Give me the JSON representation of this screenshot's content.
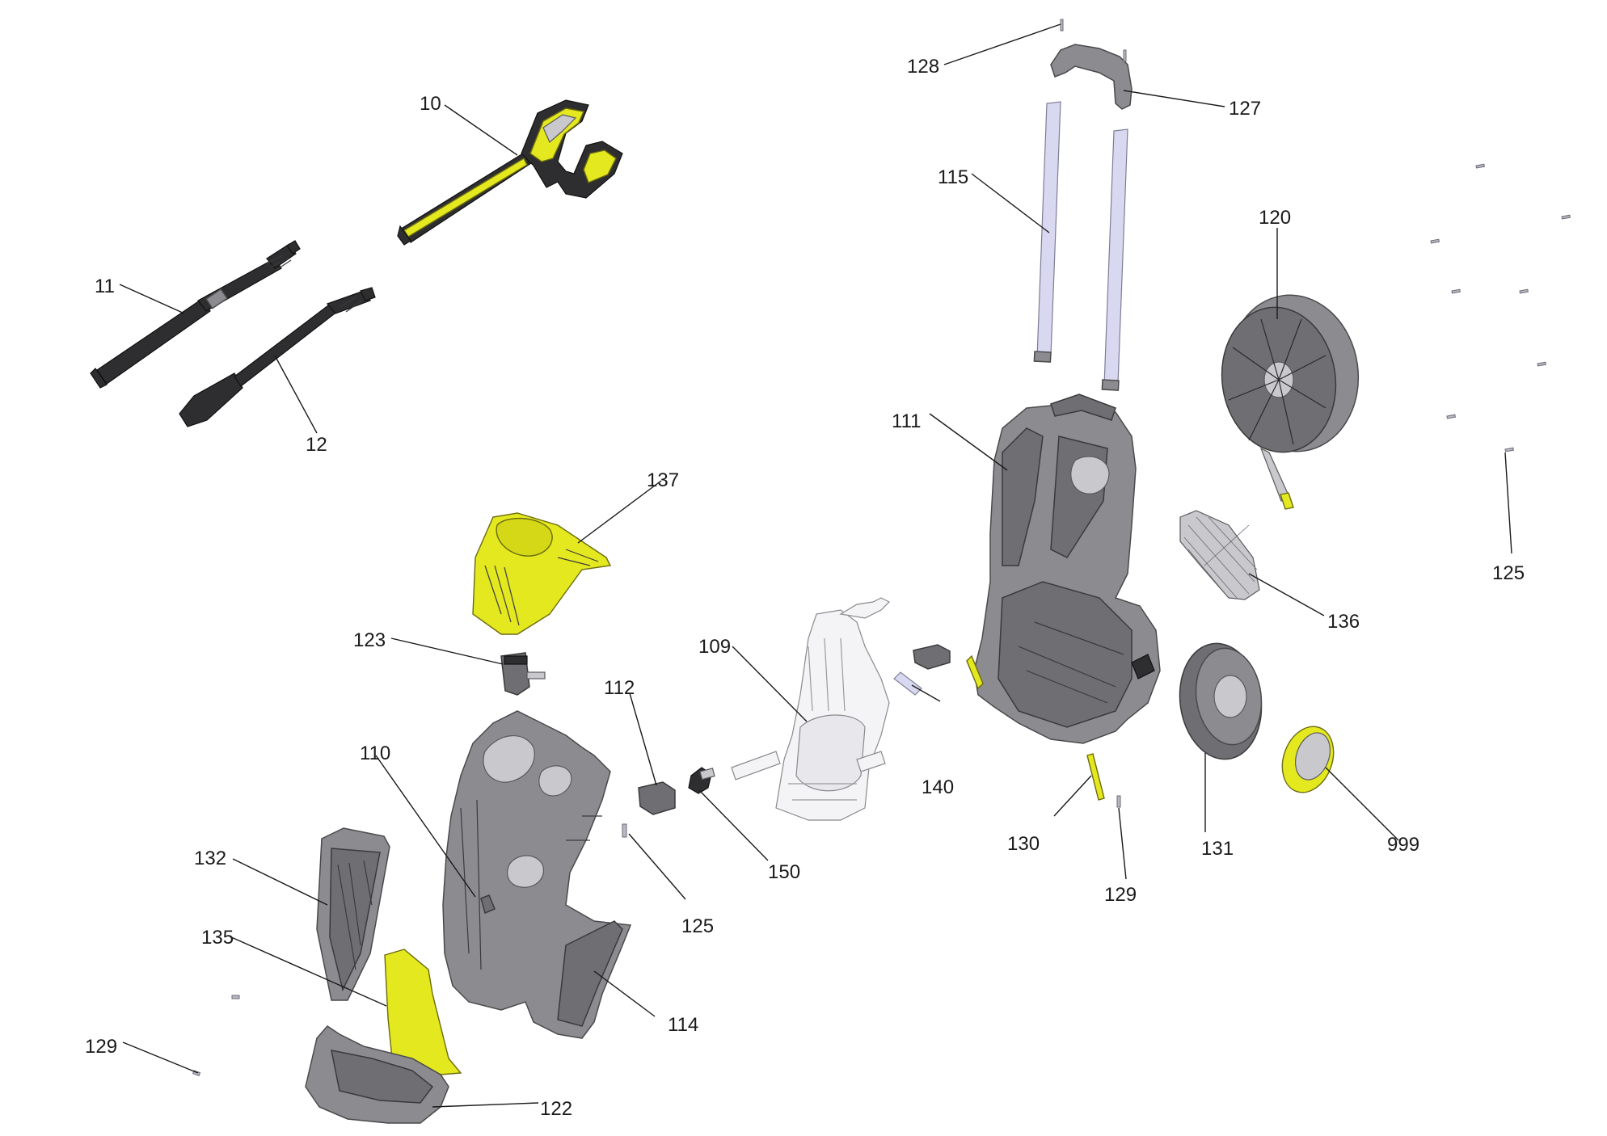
{
  "labels": {
    "p10": "10",
    "p11": "11",
    "p12": "12",
    "p109": "109",
    "p110": "110",
    "p111": "111",
    "p112": "112",
    "p114": "114",
    "p115": "115",
    "p120": "120",
    "p122": "122",
    "p123": "123",
    "p125a": "125",
    "p125b": "125",
    "p127": "127",
    "p128": "128",
    "p129a": "129",
    "p129b": "129",
    "p130": "130",
    "p131": "131",
    "p132": "132",
    "p135": "135",
    "p136": "136",
    "p137": "137",
    "p140": "140",
    "p150": "150",
    "p999": "999"
  },
  "colors": {
    "housing_grey": "#6f6f73",
    "accent_yellow": "#e4e81e",
    "lance_black": "#2e2e30",
    "tube_lilac": "#d8d8f0"
  }
}
